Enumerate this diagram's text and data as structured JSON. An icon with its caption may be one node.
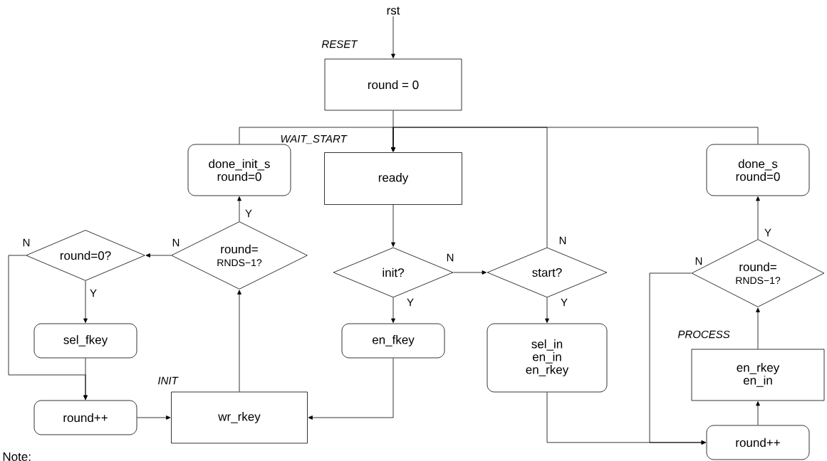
{
  "diagram": {
    "nodes": [
      {
        "text": [
          "rst"
        ]
      },
      {
        "text": [
          "round = 0"
        ],
        "beside": [
          "RESET"
        ]
      },
      {
        "text": [
          "ready"
        ]
      },
      {
        "text": [
          "done_init_s",
          "round=0"
        ]
      },
      {
        "text": [
          "done_s",
          "round=0"
        ]
      },
      {
        "text": [
          "round=0?"
        ]
      },
      {
        "text": [
          "round=",
          "RNDS−1?"
        ]
      },
      {
        "text": [
          "init?"
        ]
      },
      {
        "text": [
          "start?"
        ]
      },
      {
        "text": [
          "round=",
          "RNDS−1?"
        ]
      },
      {
        "text": [
          "sel_fkey"
        ]
      },
      {
        "text": [
          "en_fkey"
        ]
      },
      {
        "text": [
          "sel_in",
          "en_in",
          "en_rkey"
        ]
      },
      {
        "text": [
          "en_rkey",
          "en_in"
        ],
        "beside": [
          "PROCESS"
        ]
      },
      {
        "text": [
          "round++"
        ]
      },
      {
        "text": [
          "wr_rkey"
        ],
        "beside": [
          "INIT"
        ]
      },
      {
        "text": [
          "round++"
        ]
      }
    ],
    "edges": [
      {
        "from": 0,
        "to": 1,
        "arrow": "to"
      },
      {
        "from": 1,
        "to": 2,
        "arrow": "to"
      },
      {
        "from": 3,
        "to": 2,
        "arrow": "to"
      },
      {
        "from": 4,
        "to": 2,
        "arrow": "to"
      },
      {
        "from": 8,
        "to": 2,
        "arrow": "to",
        "label": "N"
      },
      {
        "from": 2,
        "to": 7,
        "arrow": "to"
      },
      {
        "from": 7,
        "to": 8,
        "arrow": "to",
        "label": "N"
      },
      {
        "from": 7,
        "to": 11,
        "arrow": "to",
        "label": "Y"
      },
      {
        "from": 8,
        "to": 12,
        "arrow": "to",
        "label": "Y"
      },
      {
        "from": 6,
        "to": 3,
        "arrow": "to",
        "label": "Y"
      },
      {
        "from": 6,
        "to": 5,
        "arrow": "to",
        "label": "N"
      },
      {
        "from": 5,
        "to": 10,
        "arrow": "to",
        "label": "Y"
      },
      {
        "from": 5,
        "to": 14,
        "arrow": "to",
        "label": "N"
      },
      {
        "from": 10,
        "to": 14,
        "arrow": "to"
      },
      {
        "from": 14,
        "to": 15,
        "arrow": "to"
      },
      {
        "from": 11,
        "to": 15,
        "arrow": "to"
      },
      {
        "from": 15,
        "to": 6,
        "arrow": "to"
      },
      {
        "from": 12,
        "to": 16,
        "arrow": "to"
      },
      {
        "from": 16,
        "to": 13,
        "arrow": "to"
      },
      {
        "from": 13,
        "to": 9,
        "arrow": "to"
      },
      {
        "from": 9,
        "to": 4,
        "arrow": "to",
        "label": "Y"
      },
      {
        "from": 9,
        "to": 16,
        "arrow": "to",
        "label": "N"
      }
    ],
    "labels": [
      "WAIT_START",
      "Note:"
    ]
  }
}
